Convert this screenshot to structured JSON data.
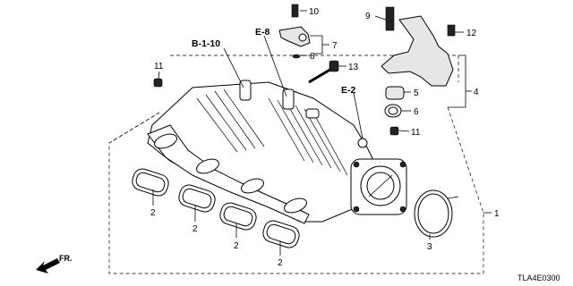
{
  "references": {
    "b110": "B-1-10",
    "e8": "E-8",
    "e2": "E-2"
  },
  "callouts": {
    "c1": "1",
    "c2a": "2",
    "c2b": "2",
    "c2c": "2",
    "c2d": "2",
    "c3": "3",
    "c4": "4",
    "c5": "5",
    "c6": "6",
    "c7": "7",
    "c8": "8",
    "c9": "9",
    "c10": "10",
    "c11a": "11",
    "c11b": "11",
    "c12": "12",
    "c13": "13"
  },
  "direction_label": "FR.",
  "diagram_code": "TLA4E0300"
}
